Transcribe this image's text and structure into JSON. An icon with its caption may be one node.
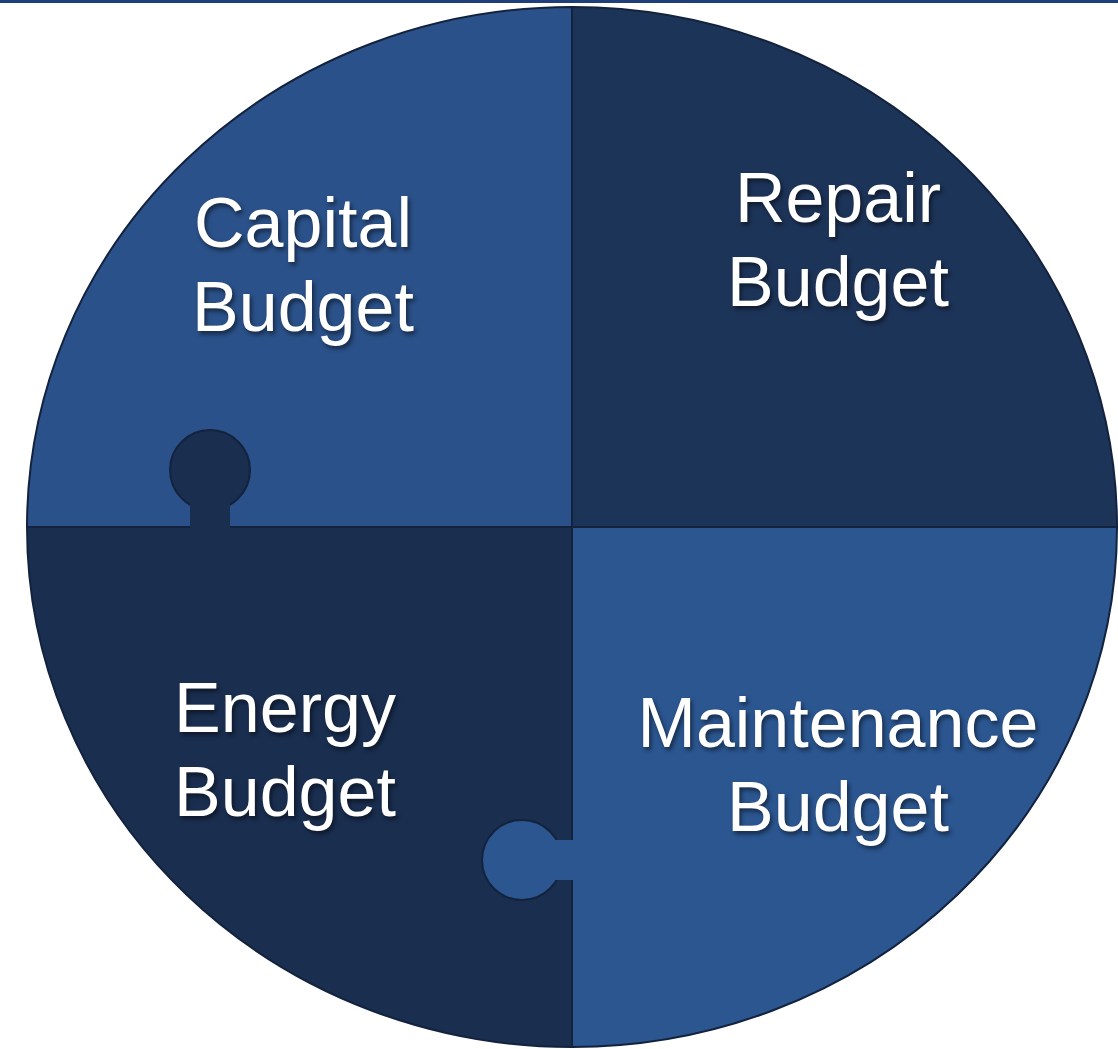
{
  "diagram": {
    "nodes": [
      {
        "text": [
          "Capital Budget"
        ]
      },
      {
        "text": [
          "Repair Budget"
        ]
      },
      {
        "text": [
          "Energy Budget"
        ]
      },
      {
        "text": [
          "Maintenance Budget"
        ]
      }
    ]
  }
}
